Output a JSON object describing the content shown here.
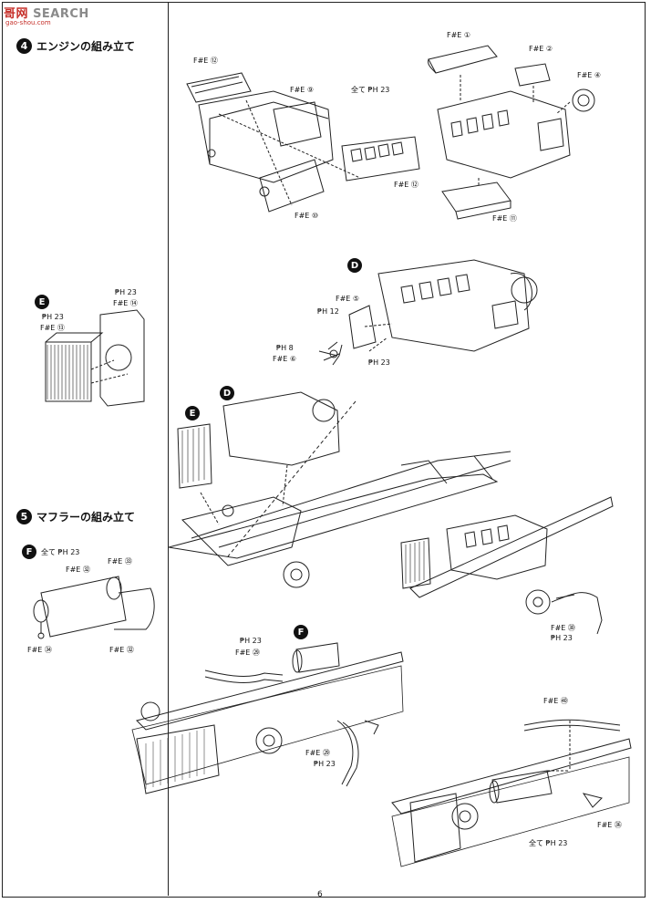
{
  "watermark": {
    "brand_a": "哥",
    "brand_b": "网",
    "search": "SEARCH",
    "url": "gao-shou.com"
  },
  "sections": {
    "s4": {
      "num": "4",
      "title": "エンジンの組み立て"
    },
    "s5": {
      "num": "5",
      "title": "マフラーの組み立て"
    }
  },
  "badges": {
    "D": "D",
    "E": "E",
    "F": "F"
  },
  "labels": {
    "fe12a": "F#E ⑫",
    "fe9": "F#E ⑨",
    "all23a": "全て ₱H 23",
    "fe10": "F#E ⑩",
    "fe12b": "F#E ⑫",
    "fe1": "F#E ①",
    "fe2": "F#E ②",
    "fe4": "F#E ④",
    "fe11": "F#E ⑪",
    "fe5": "F#E ⑤",
    "ph12": "₱H 12",
    "ph8": "₱H 8",
    "fe6": "F#E ⑥",
    "ph23d": "₱H 23",
    "ph23e": "₱H 23",
    "fe14": "F#E ⑭",
    "ph23e2": "₱H 23",
    "fe13": "F#E ⑬",
    "all23f": "全て ₱H 23",
    "fe33": "F#E ㉝",
    "fe32a": "F#E ㉜",
    "fe34": "F#E ㉞",
    "fe32b": "F#E ㉜",
    "fe30": "F#E ㉚",
    "ph23m": "₱H 23",
    "ph23f": "₱H 23",
    "fe29": "F#E ㉙",
    "fe29b": "F#E ㉙",
    "ph23g": "₱H 23",
    "fe40": "F#E ㊵",
    "fe36": "F#E ㊱",
    "all23h": "全て ₱H 23"
  },
  "page_number": "6"
}
